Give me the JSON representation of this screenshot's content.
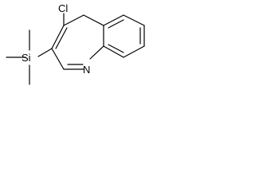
{
  "structure": {
    "atoms": {
      "chlorine": "Cl",
      "silicon": "Si",
      "nitrogen": "N"
    },
    "colors": {
      "bond": "#000000",
      "label": "#000000",
      "background": "#ffffff"
    }
  }
}
